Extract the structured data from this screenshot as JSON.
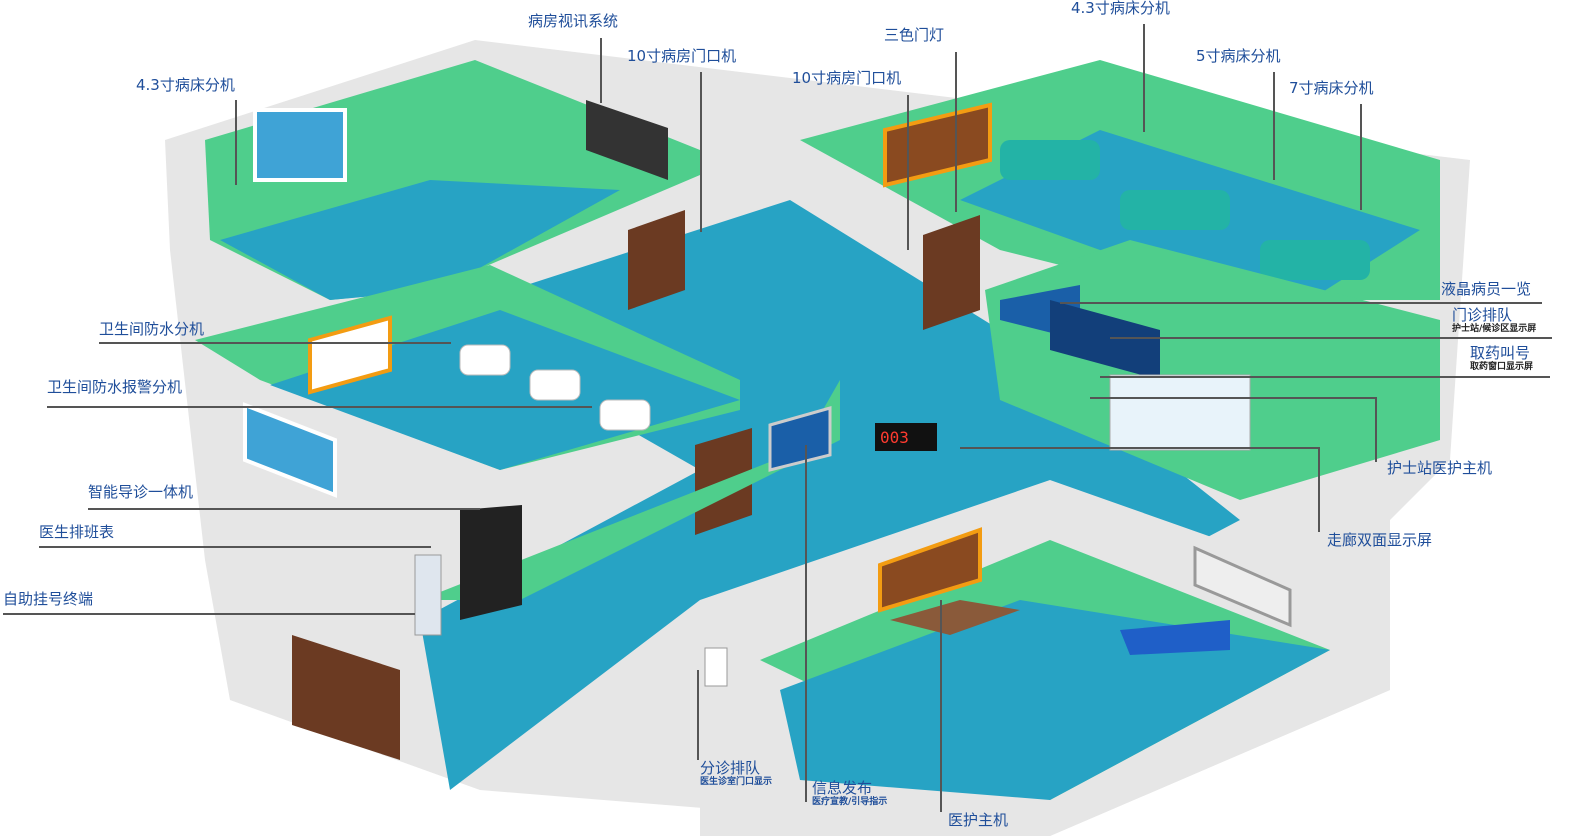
{
  "labels": {
    "ward_video": "病房视讯系统",
    "door_10_a": "10寸病房门口机",
    "bed_43_a": "4.3寸病床分机",
    "tri_light": "三色门灯",
    "door_10_b": "10寸病房门口机",
    "bed_43_b": "4.3寸病床分机",
    "bed_5": "5寸病床分机",
    "bed_7": "7寸病床分机",
    "lcd_overview": "液晶病员一览",
    "clinic_queue": "门诊排队",
    "clinic_queue_sub": "护士站/候诊区显示屏",
    "pharmacy_call": "取药叫号",
    "pharmacy_call_sub": "取药窗口显示屏",
    "nurse_host": "护士站医护主机",
    "corridor_screen": "走廊双面显示屏",
    "wc_ext": "卫生间防水分机",
    "wc_alarm": "卫生间防水报警分机",
    "guide_kiosk": "智能导诊一体机",
    "doctor_schedule": "医生排班表",
    "self_register": "自助挂号终端",
    "triage_queue": "分诊排队",
    "triage_queue_sub": "医生诊室门口显示",
    "info_publish": "信息发布",
    "info_publish_sub": "医疗宣教/引导指示",
    "medical_host": "医护主机",
    "corridor_clock": "003"
  },
  "colors": {
    "label": "#1f4e9a",
    "floor": "#27a3c4",
    "wall": "#e9e9e9",
    "accent_wall": "#4fce8c",
    "door": "#6b3a22"
  }
}
